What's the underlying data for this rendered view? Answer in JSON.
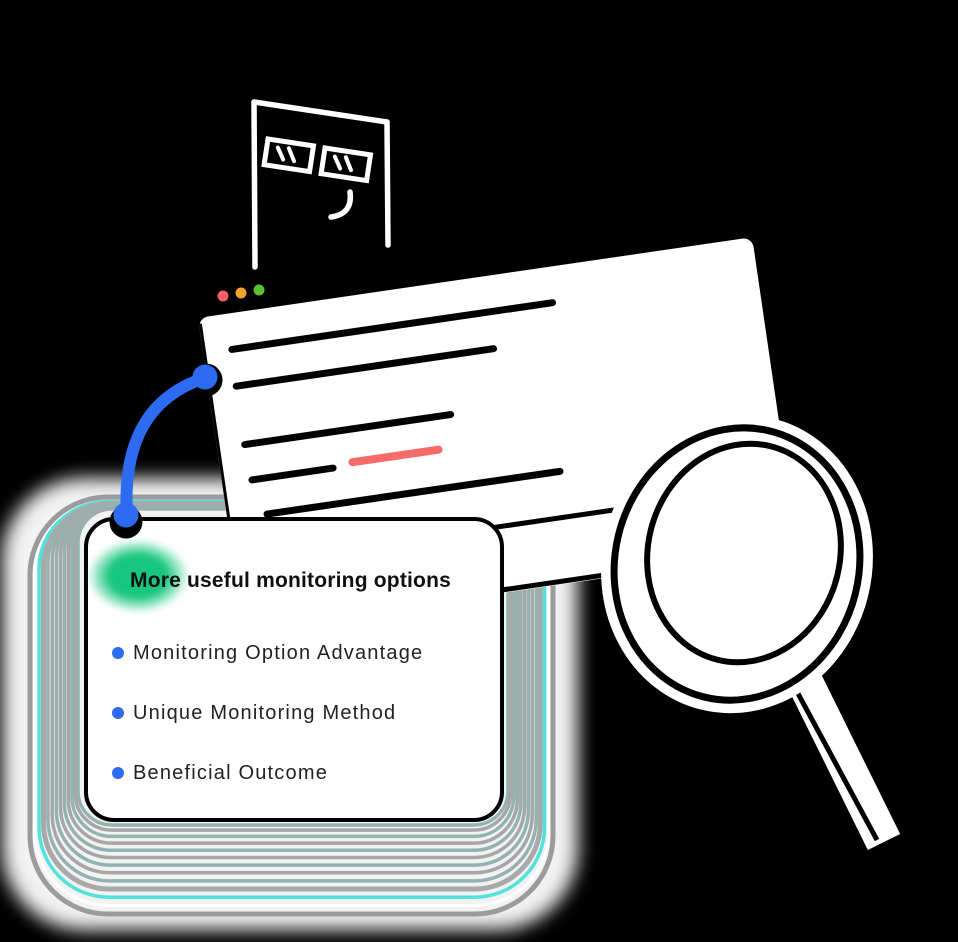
{
  "illustration": {
    "card": {
      "title": "More useful monitoring options",
      "items": [
        "Monitoring Option Advantage",
        "Unique Monitoring Method",
        "Beneficial Outcome"
      ]
    },
    "colors": {
      "accent_blue": "#2D6BF2",
      "highlight_green": "#17C67F",
      "underline_red": "#F76A6A",
      "traffic_red": "#F4606A",
      "traffic_amber": "#F0A52C",
      "traffic_green": "#5BC236",
      "ripple_cyan": "#52E2DE",
      "ripple_teal": "#93B3B1",
      "ripple_gray": "#A7A7A7"
    }
  }
}
